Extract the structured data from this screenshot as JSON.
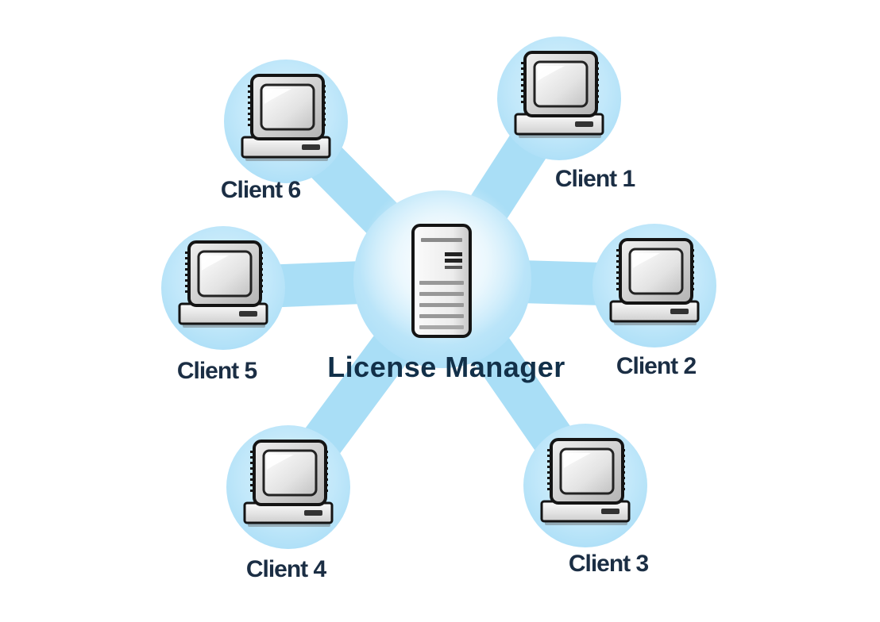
{
  "diagram": {
    "type": "star-network",
    "center": {
      "label": "License Manager",
      "icon": "server-tower-icon"
    },
    "clients": [
      {
        "id": 1,
        "label": "Client 1"
      },
      {
        "id": 2,
        "label": "Client 2"
      },
      {
        "id": 3,
        "label": "Client 3"
      },
      {
        "id": 4,
        "label": "Client 4"
      },
      {
        "id": 5,
        "label": "Client 5"
      },
      {
        "id": 6,
        "label": "Client 6"
      }
    ],
    "client_icon": "desktop-computer-icon",
    "colors": {
      "link_blue": "#a9def6",
      "node_blue": "#c2e8fa",
      "hub_glow": "#ffffff",
      "label_navy": "#1b2e44",
      "icon_outline": "#141414",
      "background": "#ffffff"
    }
  }
}
